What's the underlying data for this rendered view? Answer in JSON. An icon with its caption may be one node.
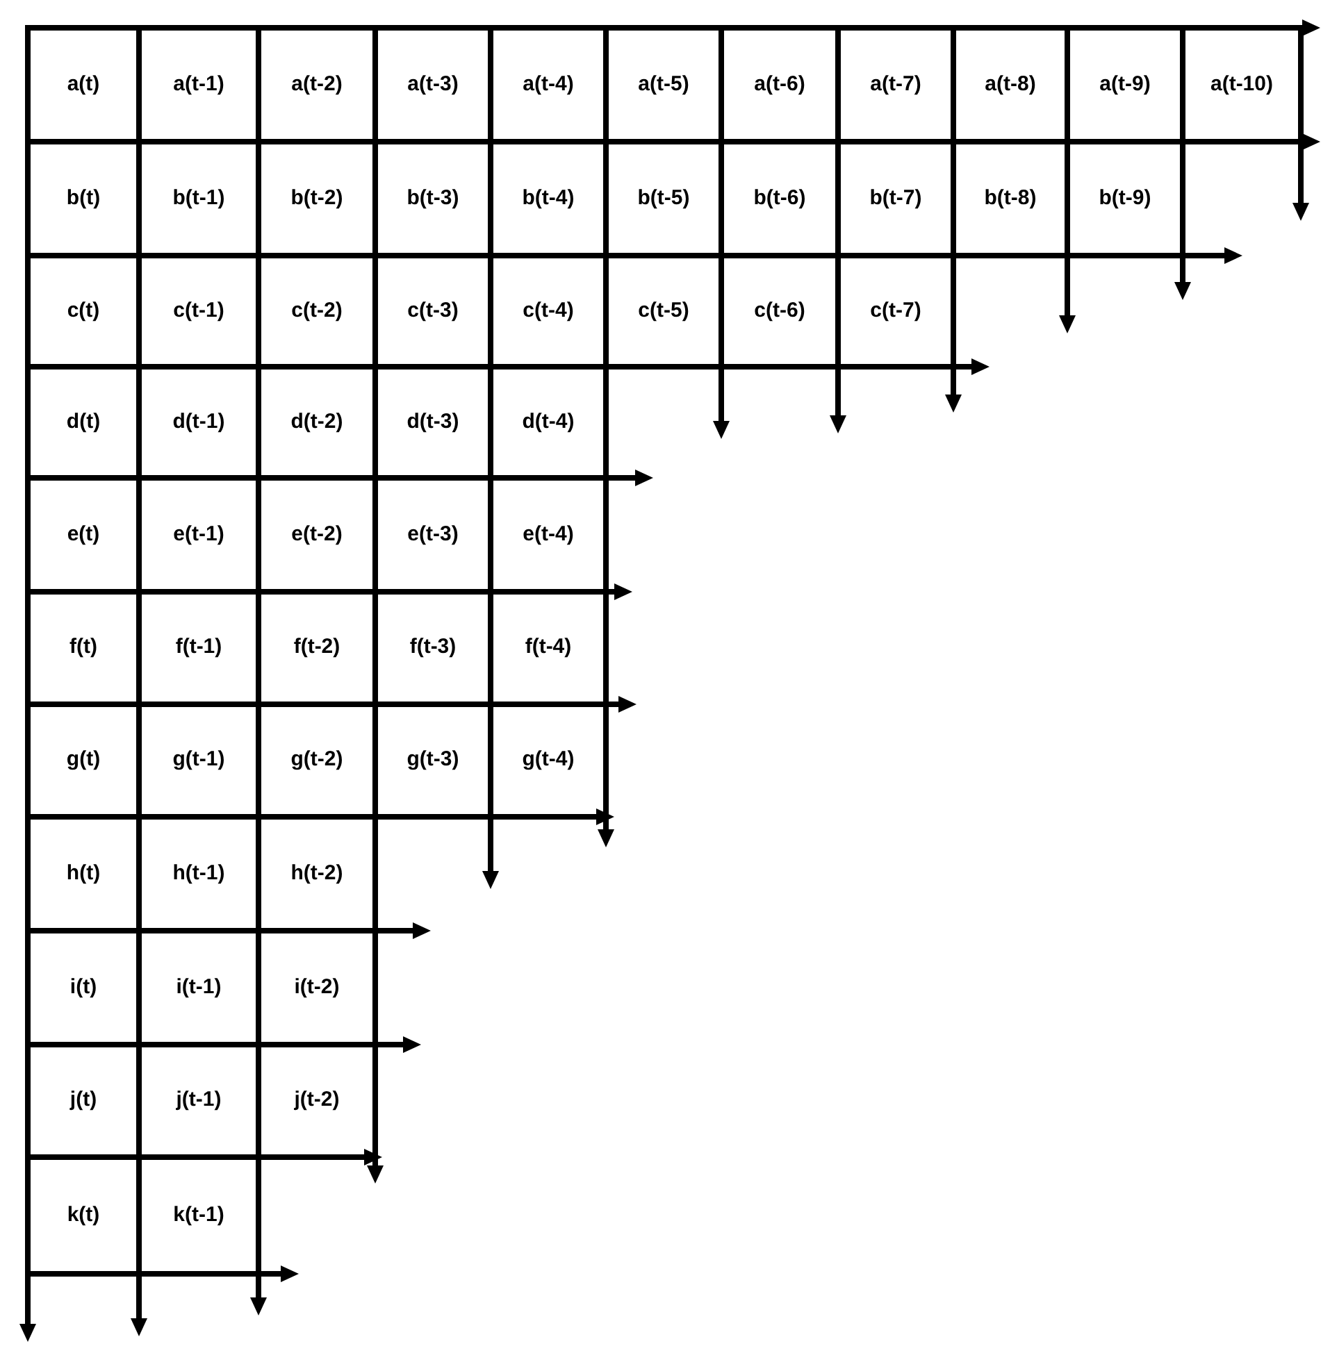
{
  "diagram": {
    "labels": [
      "a(t)",
      "a(t-1)",
      "a(t-2)",
      "a(t-3)",
      "a(t-4)",
      "a(t-5)",
      "a(t-6)",
      "a(t-7)",
      "a(t-8)",
      "a(t-9)",
      "a(t-10)",
      "b(t)",
      "b(t-1)",
      "b(t-2)",
      "b(t-3)",
      "b(t-4)",
      "b(t-5)",
      "b(t-6)",
      "b(t-7)",
      "b(t-8)",
      "b(t-9)",
      "c(t)",
      "c(t-1)",
      "c(t-2)",
      "c(t-3)",
      "c(t-4)",
      "c(t-5)",
      "c(t-6)",
      "c(t-7)",
      "d(t)",
      "d(t-1)",
      "d(t-2)",
      "d(t-3)",
      "d(t-4)",
      "e(t)",
      "e(t-1)",
      "e(t-2)",
      "e(t-3)",
      "e(t-4)",
      "f(t)",
      "f(t-1)",
      "f(t-2)",
      "f(t-3)",
      "f(t-4)",
      "g(t)",
      "g(t-1)",
      "g(t-2)",
      "g(t-3)",
      "g(t-4)",
      "h(t)",
      "h(t-1)",
      "h(t-2)",
      "i(t)",
      "i(t-1)",
      "i(t-2)",
      "j(t)",
      "j(t-1)",
      "j(t-2)",
      "k(t)",
      "k(t-1)"
    ]
  }
}
